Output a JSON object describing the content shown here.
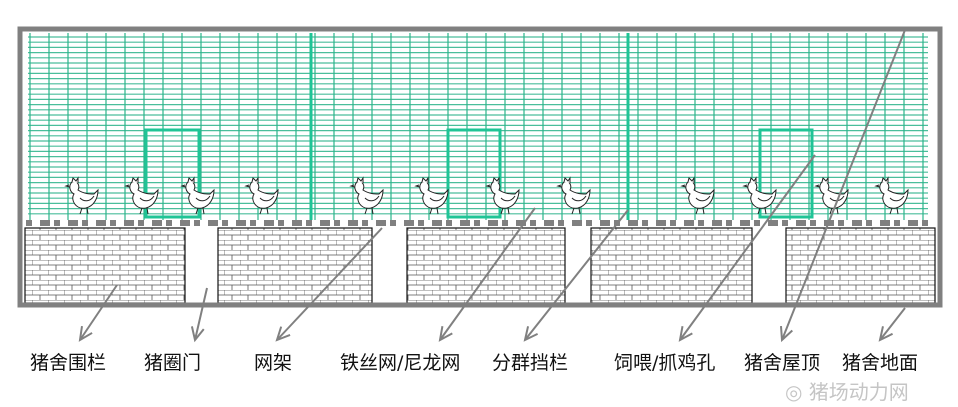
{
  "colors": {
    "frame": "#808080",
    "mesh": "#2bb38a",
    "mesh_thick": "#1fc496",
    "brick": "#555555",
    "arrow": "#808080"
  },
  "labels": [
    {
      "id": "pen-fence",
      "text": "猪舍围栏"
    },
    {
      "id": "pen-door",
      "text": "猪圈门"
    },
    {
      "id": "net-frame",
      "text": "网架"
    },
    {
      "id": "wire-net",
      "text": "铁丝网/尼龙网"
    },
    {
      "id": "group-divider",
      "text": "分群挡栏"
    },
    {
      "id": "feeding-hole",
      "text": "饲喂/抓鸡孔"
    },
    {
      "id": "roof",
      "text": "猪舍屋顶"
    },
    {
      "id": "floor",
      "text": "猪舍地面"
    }
  ],
  "watermark": "猪场动力网",
  "icons": {
    "chicken": "chicken-icon",
    "watermark": "wechat-icon"
  }
}
